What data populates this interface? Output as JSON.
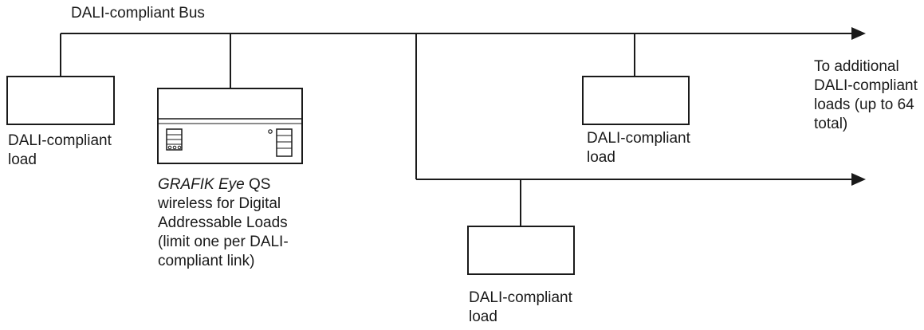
{
  "bus_label": "DALI-compliant Bus",
  "load_left": {
    "line1": "DALI-compliant",
    "line2": "load"
  },
  "load_bottom": {
    "line1": "DALI-compliant",
    "line2": "load"
  },
  "load_right": {
    "line1": "DALI-compliant",
    "line2": "load"
  },
  "control_unit": {
    "brand": "GRAFIK Eye",
    "suffix": " QS",
    "lines": [
      "wireless for Digital",
      "Addressable Loads",
      "(limit one per DALI-",
      "compliant link)"
    ]
  },
  "additional_note": {
    "lines": [
      "To additional",
      "DALI-compliant",
      "loads (up to 64",
      "total)"
    ]
  }
}
